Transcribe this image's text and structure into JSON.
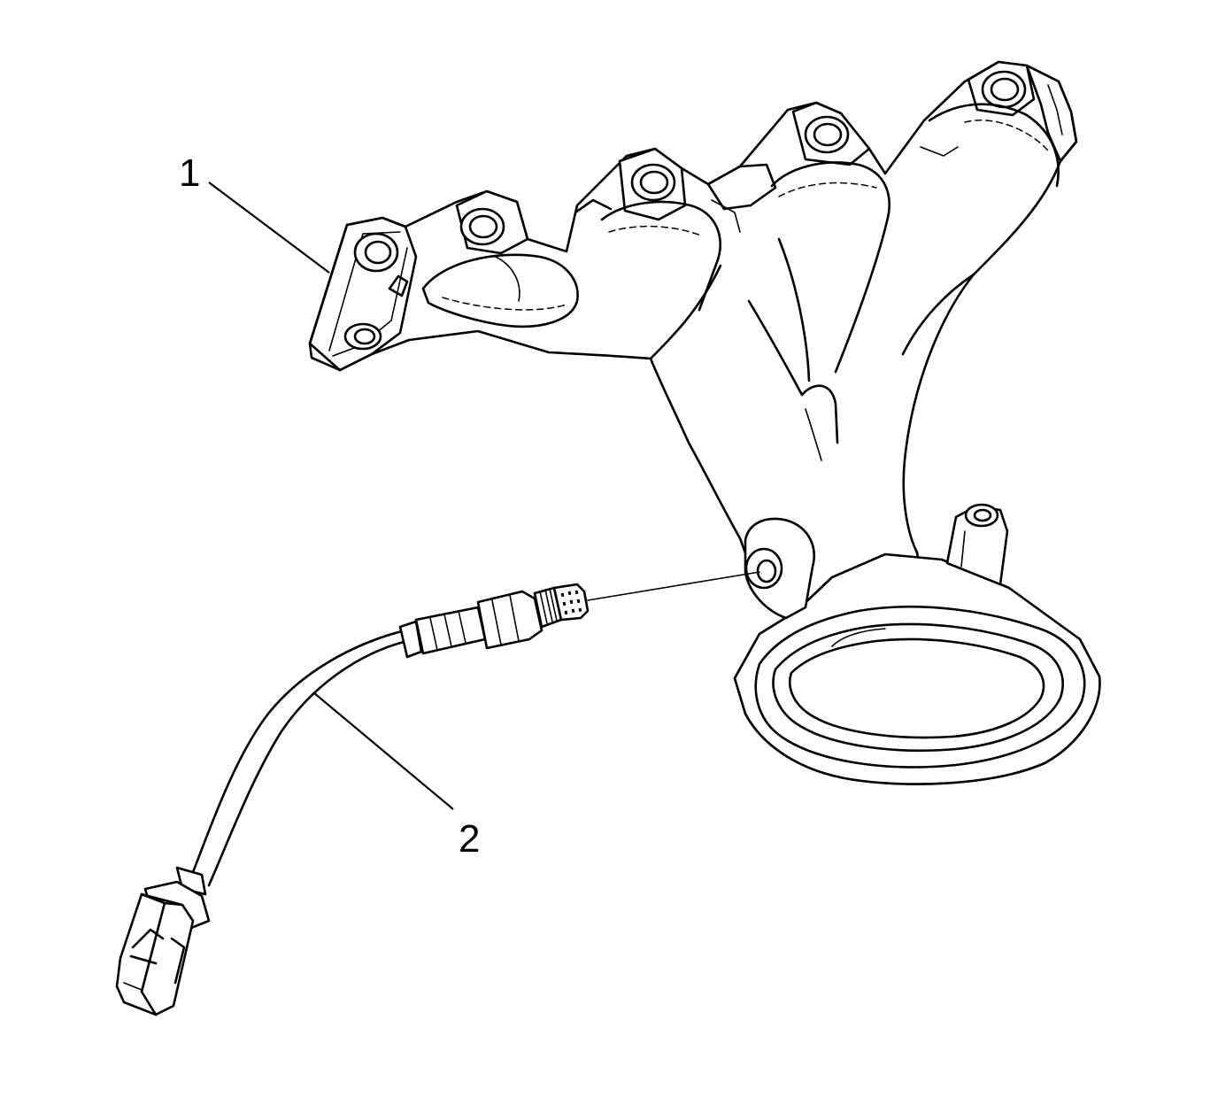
{
  "figure": {
    "callouts": [
      {
        "id": "1",
        "text": "1"
      },
      {
        "id": "2",
        "text": "2"
      }
    ],
    "colors": {
      "line": "#000000",
      "background": "#ffffff"
    }
  }
}
